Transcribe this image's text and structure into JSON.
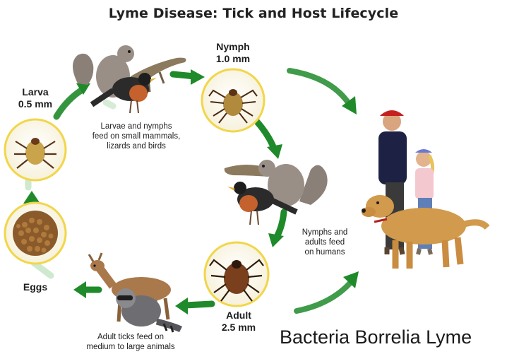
{
  "title": "Lyme Disease: Tick and Host Lifecycle",
  "stages": {
    "larva": {
      "name": "Larva",
      "size": "0.5 mm"
    },
    "nymph": {
      "name": "Nymph",
      "size": "1.0 mm"
    },
    "adult": {
      "name": "Adult",
      "size": "2.5 mm"
    },
    "eggs": {
      "name": "Eggs"
    }
  },
  "notes": {
    "larvae_nymphs_hosts": [
      "Larvae and nymphs",
      "feed on small mammals,",
      "lizards and birds"
    ],
    "humans": [
      "Nymphs and",
      "adults feed",
      "on humans"
    ],
    "adult_hosts": [
      "Adult ticks feed on",
      "medium to large animals"
    ]
  },
  "caption": "Bacteria Borrelia Lyme",
  "colors": {
    "arrow_green": "#1f8a2a",
    "circle_border": "#f2d64a",
    "tick_body": "#6b3a1a",
    "egg_color": "#8a5a2b"
  },
  "icons": [
    "squirrel-icon",
    "lizard-icon",
    "robin-icon",
    "tick-icon",
    "deer-icon",
    "raccoon-icon",
    "person-icon",
    "dog-icon",
    "egg-cluster-icon"
  ]
}
